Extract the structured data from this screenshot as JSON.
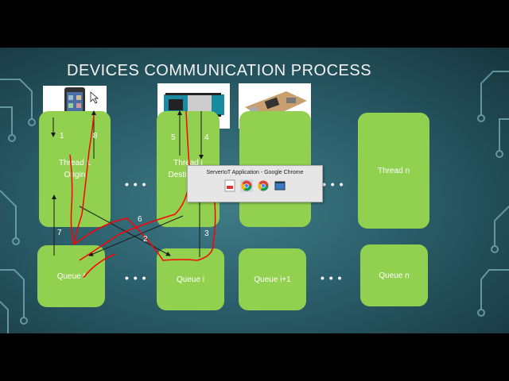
{
  "slide": {
    "title": "DEVICES COMMUNICATION PROCESS",
    "threads": [
      {
        "line1": "Thread 1",
        "line2": "Origin"
      },
      {
        "line1": "Thread i",
        "line2": "Destination"
      },
      {
        "line1": "",
        "line2": ""
      },
      {
        "line1": "Thread n",
        "line2": ""
      }
    ],
    "queues": [
      "Queue I",
      "Queue i",
      "Queue i+1",
      "Queue n"
    ],
    "ellipsis": "• • •",
    "step_labels": [
      "1",
      "2",
      "3",
      "4",
      "5",
      "6",
      "7",
      "8"
    ]
  },
  "popup": {
    "title": "ServerIoT Application - Google Chrome",
    "icons": [
      "pdf-icon",
      "chrome-icon",
      "chrome-icon",
      "window-icon"
    ]
  },
  "colors": {
    "box_green": "#92d050",
    "annotation_red": "#ff0000",
    "arrow_black": "#1a1a1a"
  }
}
